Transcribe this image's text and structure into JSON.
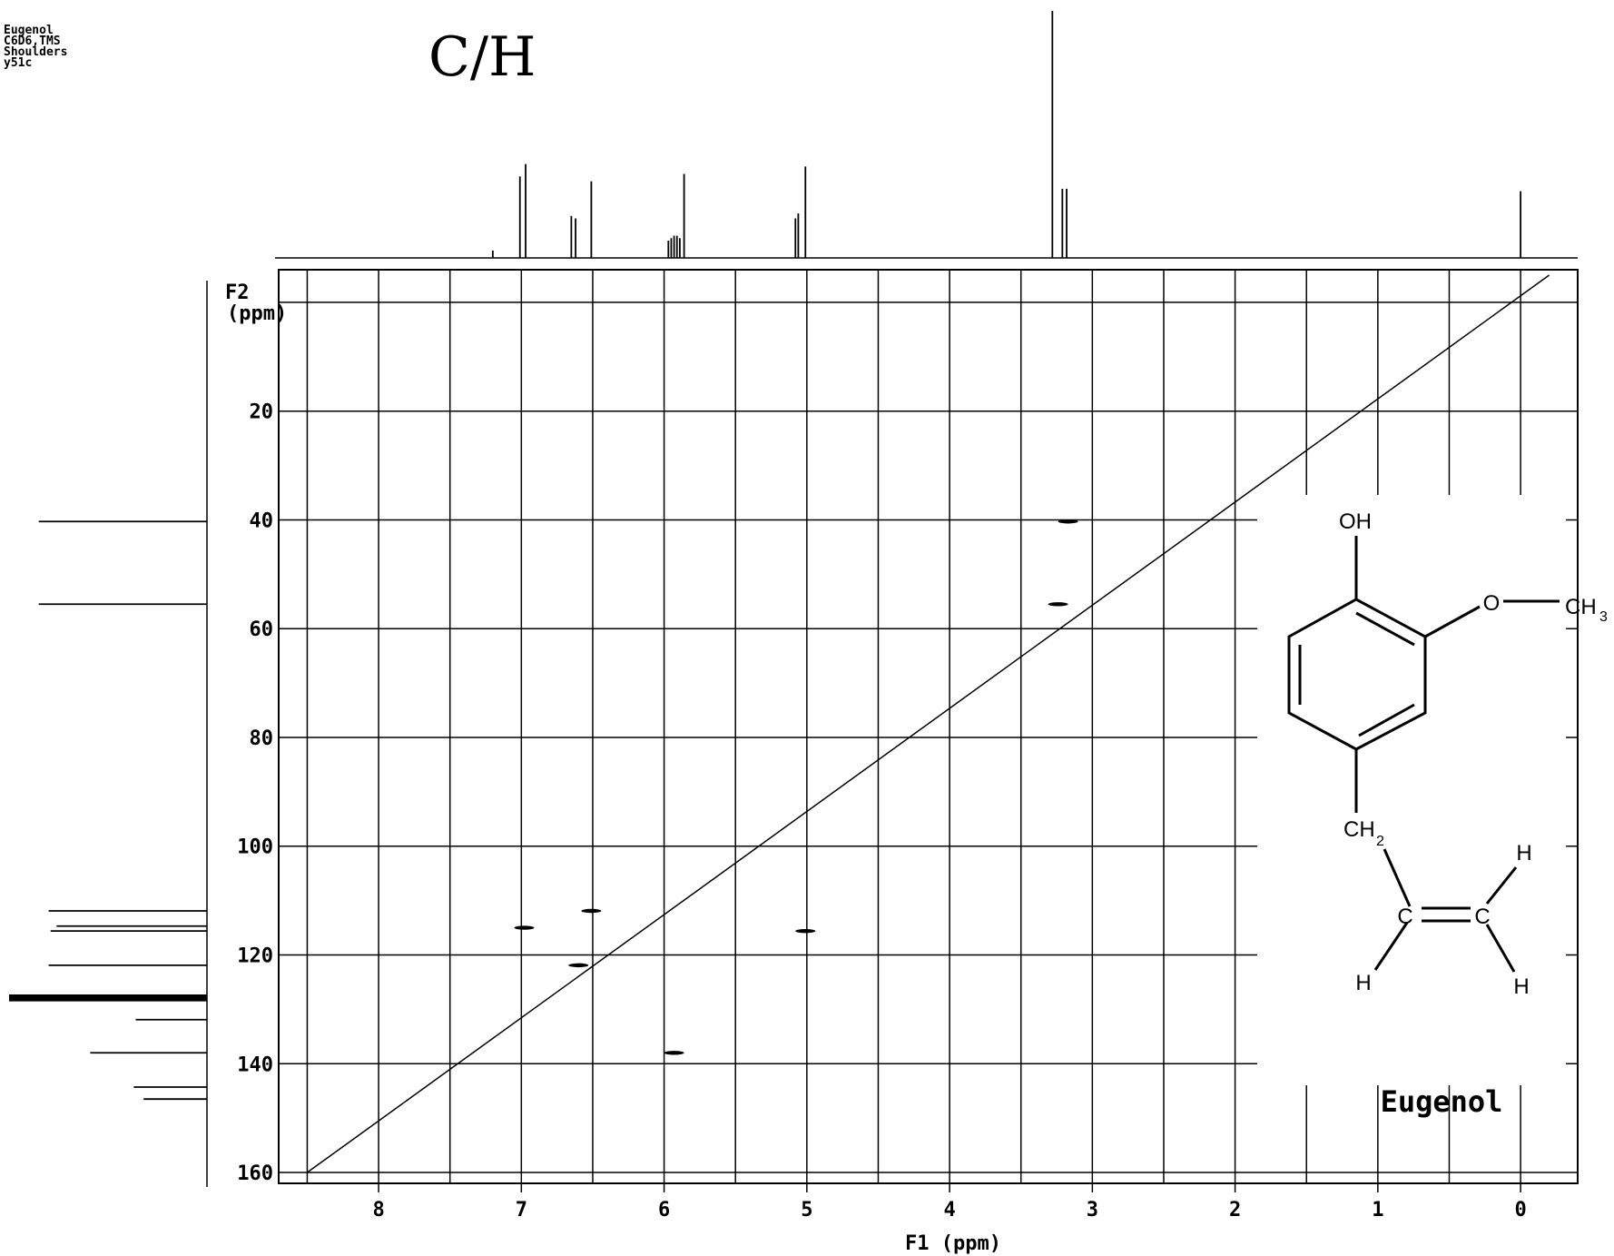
{
  "header": {
    "lines": [
      "Eugenol",
      "C6D6,TMS",
      "Shoulders",
      "y51c"
    ]
  },
  "structure": {
    "oh": "OH",
    "o": "O",
    "ch3": "CH",
    "ch3_sub": "3",
    "ch2": "CH",
    "ch2_sub": "2",
    "c1": "C",
    "c2": "C",
    "h_top": "H",
    "h_left": "H",
    "h_right": "H",
    "name": "Eugenol"
  },
  "chart_data": {
    "type": "scatter",
    "title": "C/H",
    "xlabel": "F1 (ppm)",
    "ylabel": "F2 (ppm)",
    "xlim": [
      8.7,
      -0.4
    ],
    "ylim": [
      -6,
      162
    ],
    "x_ticks": [
      8,
      7,
      6,
      5,
      4,
      3,
      2,
      1,
      0
    ],
    "y_ticks": [
      20,
      40,
      60,
      80,
      100,
      120,
      140,
      160
    ],
    "x_gridlines": [
      8.5,
      7.5,
      6.5,
      5.5,
      4.5,
      3.5,
      2.5,
      1.5,
      0.5,
      8,
      7,
      6,
      5,
      4,
      3,
      2,
      1,
      0
    ],
    "y_gridlines": [
      0,
      20,
      40,
      60,
      80,
      100,
      120,
      140,
      160
    ],
    "diagonal": [
      [
        8.5,
        160
      ],
      [
        -0.2,
        -5
      ]
    ],
    "cross_peaks": [
      {
        "h": 6.98,
        "c": 115.0
      },
      {
        "h": 6.51,
        "c": 111.9
      },
      {
        "h": 6.6,
        "c": 121.9
      },
      {
        "h": 5.01,
        "c": 115.6
      },
      {
        "h": 5.93,
        "c": 138.0
      },
      {
        "h": 3.24,
        "c": 55.5
      },
      {
        "h": 3.17,
        "c": 40.3
      }
    ],
    "h_spectrum": [
      {
        "ppm": 7.2,
        "h": 0.03
      },
      {
        "ppm": 7.01,
        "h": 0.33
      },
      {
        "ppm": 6.97,
        "h": 0.38
      },
      {
        "ppm": 6.65,
        "h": 0.17
      },
      {
        "ppm": 6.62,
        "h": 0.16
      },
      {
        "ppm": 6.51,
        "h": 0.31
      },
      {
        "ppm": 5.97,
        "h": 0.07
      },
      {
        "ppm": 5.95,
        "h": 0.08
      },
      {
        "ppm": 5.93,
        "h": 0.09
      },
      {
        "ppm": 5.91,
        "h": 0.09
      },
      {
        "ppm": 5.89,
        "h": 0.08
      },
      {
        "ppm": 5.86,
        "h": 0.34
      },
      {
        "ppm": 5.08,
        "h": 0.16
      },
      {
        "ppm": 5.06,
        "h": 0.18
      },
      {
        "ppm": 5.01,
        "h": 0.37
      },
      {
        "ppm": 3.28,
        "h": 1.0
      },
      {
        "ppm": 3.21,
        "h": 0.28
      },
      {
        "ppm": 3.18,
        "h": 0.28
      },
      {
        "ppm": 0.0,
        "h": 0.27
      }
    ],
    "c_spectrum": [
      {
        "ppm": 40.3,
        "h": 0.85
      },
      {
        "ppm": 55.5,
        "h": 0.85
      },
      {
        "ppm": 111.9,
        "h": 0.8
      },
      {
        "ppm": 114.7,
        "h": 0.76
      },
      {
        "ppm": 115.6,
        "h": 0.79
      },
      {
        "ppm": 121.9,
        "h": 0.8
      },
      {
        "ppm": 127.6,
        "h": 1.0
      },
      {
        "ppm": 128.2,
        "h": 1.0
      },
      {
        "ppm": 131.9,
        "h": 0.36
      },
      {
        "ppm": 138.0,
        "h": 0.59
      },
      {
        "ppm": 144.3,
        "h": 0.37
      },
      {
        "ppm": 146.5,
        "h": 0.32
      }
    ]
  }
}
